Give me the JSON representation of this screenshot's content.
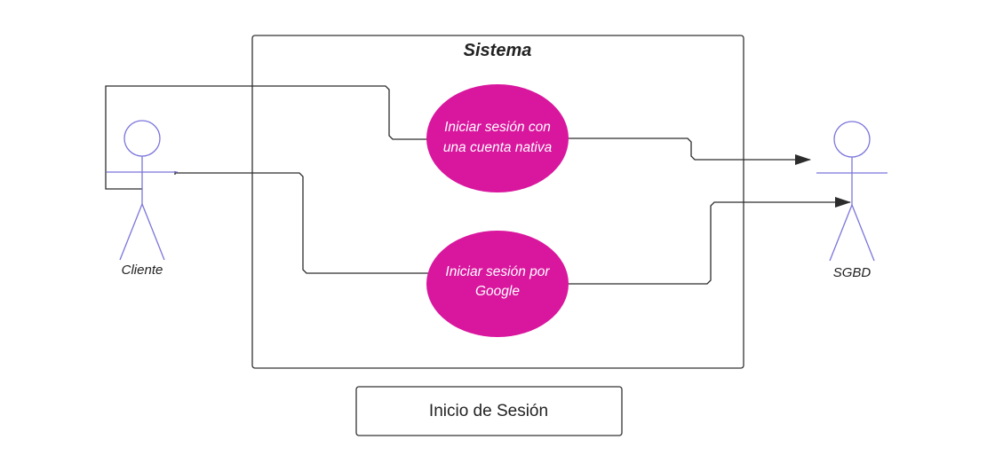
{
  "system": {
    "title": "Sistema"
  },
  "use_cases": [
    {
      "line1": "Iniciar sesión con",
      "line2": "una cuenta nativa"
    },
    {
      "line1": "Iniciar sesión por",
      "line2": "Google"
    }
  ],
  "actors": {
    "client": "Cliente",
    "dbms": "SGBD"
  },
  "caption": "Inicio de Sesión",
  "colors": {
    "usecase_fill": "#d9169e",
    "usecase_text": "#ffffff",
    "actor_stroke": "#7b75dc",
    "line": "#2c2c2c",
    "border": "#333333"
  }
}
